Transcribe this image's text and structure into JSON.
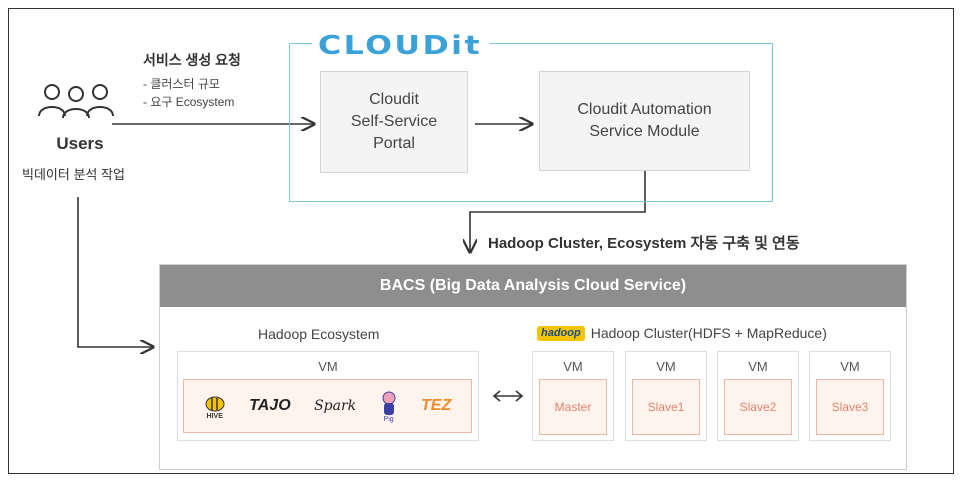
{
  "users": {
    "label": "Users",
    "task": "빅데이터 분석 작업"
  },
  "request": {
    "title": "서비스 생성 요청",
    "items": [
      "- 클러스터 규모",
      "- 요구 Ecosystem"
    ]
  },
  "cloudit_logo": "CLOUDit",
  "portal": {
    "lines": [
      "Cloudit",
      "Self-Service",
      "Portal"
    ]
  },
  "automation": {
    "lines": [
      "Cloudit Automation",
      "Service Module"
    ]
  },
  "hadoop_build_label": "Hadoop Cluster, Ecosystem 자동 구축 및 연동",
  "bacs": {
    "title": "BACS (Big Data Analysis Cloud Service)",
    "ecosystem_label": "Hadoop Ecosystem",
    "cluster_label": "Hadoop Cluster(HDFS + MapReduce)",
    "hadoop_logo": "hadoop",
    "vm_label": "VM",
    "ecosystem_logos": [
      "HIVE",
      "TAJO",
      "Spark",
      "Pig",
      "TEZ"
    ],
    "nodes": [
      "Master",
      "Slave1",
      "Slave2",
      "Slave3"
    ]
  },
  "colors": {
    "cloud_border": "#7fc3e3",
    "bacs_header": "#8e8e8e",
    "node_border": "#f0b6a2",
    "node_text": "#e2836a"
  }
}
